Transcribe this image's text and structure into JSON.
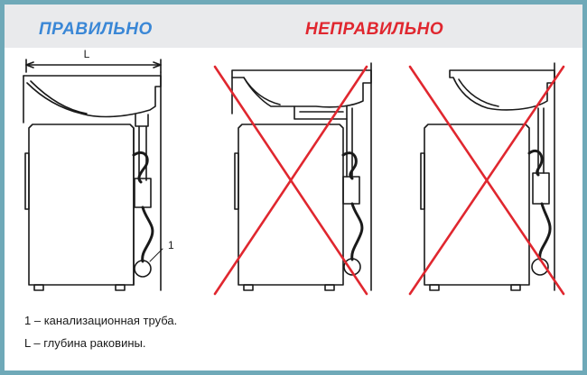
{
  "header": {
    "correct_label": "ПРАВИЛЬНО",
    "incorrect_label": "НЕПРАВИЛЬНО"
  },
  "panels": [
    {
      "id": "correct",
      "dimension_label": "L",
      "pipe_marker": "1",
      "crossed": false
    },
    {
      "id": "incorrect-1",
      "crossed": true
    },
    {
      "id": "incorrect-2",
      "crossed": true
    }
  ],
  "legend": [
    {
      "symbol": "1",
      "text": "– канализационная труба."
    },
    {
      "symbol": "L",
      "text": "– глубина раковины."
    }
  ],
  "colors": {
    "frame": "#6fa9b8",
    "correct": "#3a87d6",
    "incorrect": "#e0272f",
    "cross": "#e0272f",
    "line": "#1a1a1a"
  }
}
